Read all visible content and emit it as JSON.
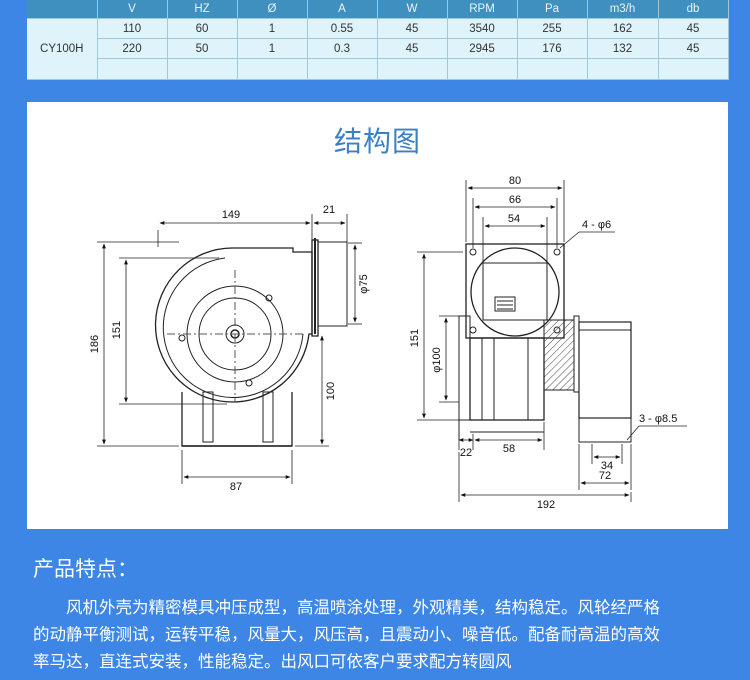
{
  "spec_table": {
    "headers": [
      "",
      "V",
      "HZ",
      "Ø",
      "A",
      "W",
      "RPM",
      "Pa",
      "m3/h",
      "db"
    ],
    "model": "CY100H",
    "rows": [
      [
        "110",
        "60",
        "1",
        "0.55",
        "45",
        "3540",
        "255",
        "162",
        "45"
      ],
      [
        "220",
        "50",
        "1",
        "0.3",
        "45",
        "2945",
        "176",
        "132",
        "45"
      ]
    ]
  },
  "drawing": {
    "title": "结构图",
    "dimensions": {
      "d149": "149",
      "d21": "21",
      "d75": "φ75",
      "d186": "186",
      "d151": "151",
      "d100": "100",
      "d87": "87",
      "d80": "80",
      "d66": "66",
      "d54": "54",
      "holes_top": "4 - φ6",
      "d151b": "151",
      "d100b": "φ100",
      "holes_bottom": "3 - φ8.5",
      "d22": "22",
      "d58": "58",
      "d34": "34",
      "d72": "72",
      "d192": "192"
    }
  },
  "features": {
    "heading": "产品特点：",
    "body": "风机外壳为精密模具冲压成型，高温喷涂处理，外观精美，结构稳定。风轮经严格的动静平衡测试，运转平稳，风量大，风压高，且震动小、噪音低。配备耐高温的高效率马达，直连式安装，性能稳定。出风口可依客户要求配方转圆风"
  },
  "colors": {
    "background": "#3d86e6",
    "table_header": "#3f8fbf",
    "table_body": "#dff3fb",
    "title": "#3b7fc4"
  }
}
